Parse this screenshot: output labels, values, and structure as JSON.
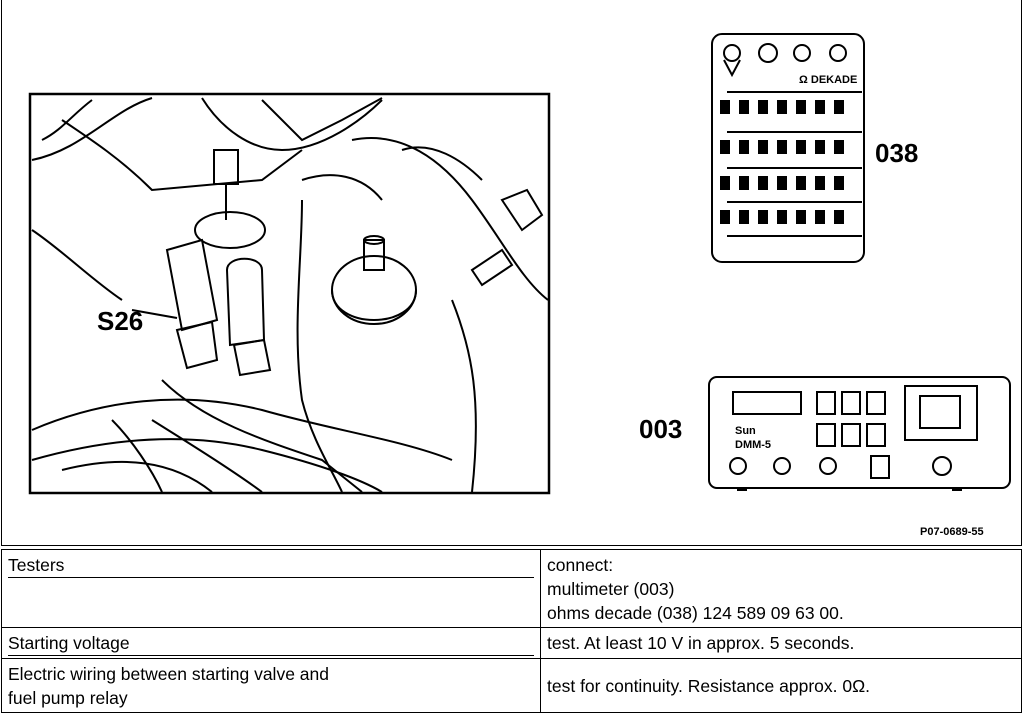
{
  "figure": {
    "callout_s26": "S26",
    "callout_038": "038",
    "callout_003": "003",
    "ohms_symbol_label": "Ω DEKADE",
    "multimeter_label_line1": "Sun",
    "multimeter_label_line2": "DMM-5",
    "figure_code": "P07-0689-55"
  },
  "table": {
    "rows": [
      {
        "label": "Testers",
        "action_lines": [
          "connect:",
          "multimeter (003)",
          "ohms decade (038) 124 589 09 63 00."
        ]
      },
      {
        "label": "Starting voltage",
        "action_lines": [
          "test. At least 10 V in approx. 5 seconds."
        ]
      },
      {
        "label_lines": [
          "Electric wiring between starting valve and",
          "fuel pump relay"
        ],
        "action_lines": [
          "test for continuity. Resistance approx. 0Ω."
        ]
      }
    ]
  }
}
